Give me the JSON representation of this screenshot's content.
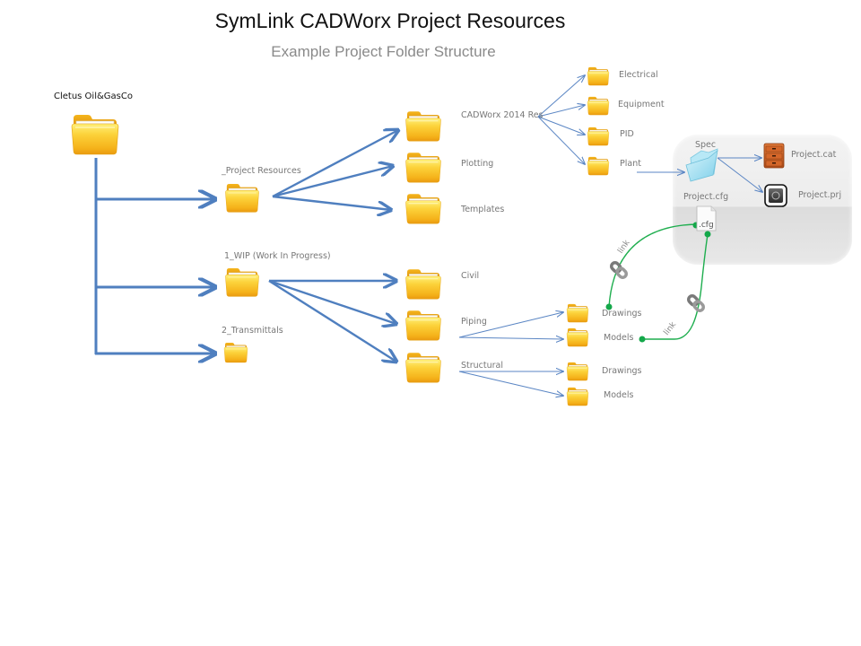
{
  "header": {
    "title": "SymLink CADWorx Project Resources",
    "subtitle": "Example Project Folder Structure"
  },
  "colors": {
    "main_arrow": "#4f7fbf",
    "thin_arrow": "#5b86c4",
    "link_line": "#1fae4f",
    "link_dot": "#14a84a",
    "folder_yellow": "#f7c21a",
    "spec_folder": "#9fdcf2"
  },
  "root": {
    "label": "Cletus Oil&GasCo",
    "icon": "folder-icon"
  },
  "level1": [
    {
      "label": "_Project Resources",
      "icon": "folder-icon"
    },
    {
      "label": "1_WIP (Work In Progress)",
      "icon": "folder-icon"
    },
    {
      "label": "2_Transmittals",
      "icon": "folder-icon"
    }
  ],
  "project_resources_children": [
    {
      "label": "CADWorx 2014 Res",
      "icon": "folder-icon"
    },
    {
      "label": "Plotting",
      "icon": "folder-icon"
    },
    {
      "label": "Templates",
      "icon": "folder-icon"
    }
  ],
  "cadworx_res_children": [
    {
      "label": "Electrical",
      "icon": "folder-icon"
    },
    {
      "label": "Equipment",
      "icon": "folder-icon"
    },
    {
      "label": "PID",
      "icon": "folder-icon"
    },
    {
      "label": "Plant",
      "icon": "folder-icon"
    }
  ],
  "plant_box": {
    "spec": {
      "label": "Spec",
      "icon": "folder-open-icon"
    },
    "cat": {
      "label": "Project.cat",
      "icon": "cabinet-icon"
    },
    "prj": {
      "label": "Project.prj",
      "icon": "project-app-icon"
    },
    "cfg": {
      "label": "Project.cfg",
      "file_text": ".cfg",
      "icon": "file-icon"
    }
  },
  "wip_children": [
    {
      "label": "Civil",
      "icon": "folder-icon"
    },
    {
      "label": "Piping",
      "icon": "folder-icon"
    },
    {
      "label": "Structural",
      "icon": "folder-icon"
    }
  ],
  "piping_children": [
    {
      "label": "Drawings",
      "icon": "folder-icon"
    },
    {
      "label": "Models",
      "icon": "folder-icon"
    }
  ],
  "structural_children": [
    {
      "label": "Drawings",
      "icon": "folder-icon"
    },
    {
      "label": "Models",
      "icon": "folder-icon"
    }
  ],
  "links": [
    {
      "label": "link",
      "from": "Piping/Drawings",
      "to": "Project.cfg",
      "icon": "chain-link-icon"
    },
    {
      "label": "link",
      "from": "Piping/Models",
      "to": "Project.cfg",
      "icon": "chain-link-icon"
    }
  ]
}
